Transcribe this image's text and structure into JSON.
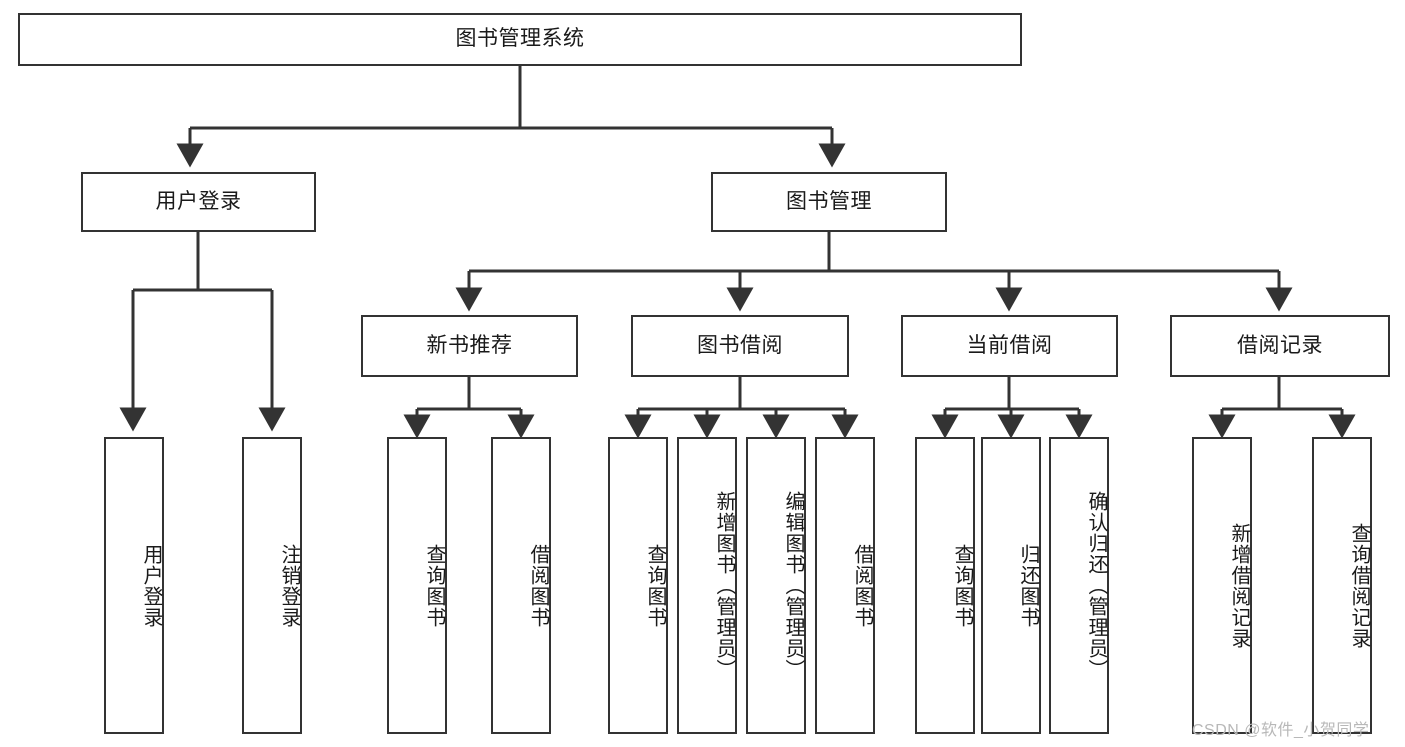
{
  "diagram": {
    "type": "tree-hierarchy-flowchart",
    "root": {
      "label": "图书管理系统"
    },
    "level1": [
      {
        "label": "用户登录"
      },
      {
        "label": "图书管理"
      }
    ],
    "level2": [
      {
        "label": "新书推荐"
      },
      {
        "label": "图书借阅"
      },
      {
        "label": "当前借阅"
      },
      {
        "label": "借阅记录"
      }
    ],
    "leaves": {
      "user_login": [
        {
          "label": "用户登录"
        },
        {
          "label": "注销登录"
        }
      ],
      "new_book_recommend": [
        {
          "label": "查询图书"
        },
        {
          "label": "借阅图书"
        }
      ],
      "book_borrow": [
        {
          "label": "查询图书"
        },
        {
          "label": "新增图书（管理员）"
        },
        {
          "label": "编辑图书（管理员）"
        },
        {
          "label": "借阅图书"
        }
      ],
      "current_borrow": [
        {
          "label": "查询图书"
        },
        {
          "label": "归还图书"
        },
        {
          "label": "确认归还（管理员）"
        }
      ],
      "borrow_record": [
        {
          "label": "新增借阅记录"
        },
        {
          "label": "查询借阅记录"
        }
      ]
    }
  },
  "watermark": {
    "text": "CSDN @软件_小贺同学"
  },
  "colors": {
    "stroke": "#333333",
    "background": "#ffffff",
    "text": "#1a1a1a",
    "watermark": "#b8b8b8"
  }
}
